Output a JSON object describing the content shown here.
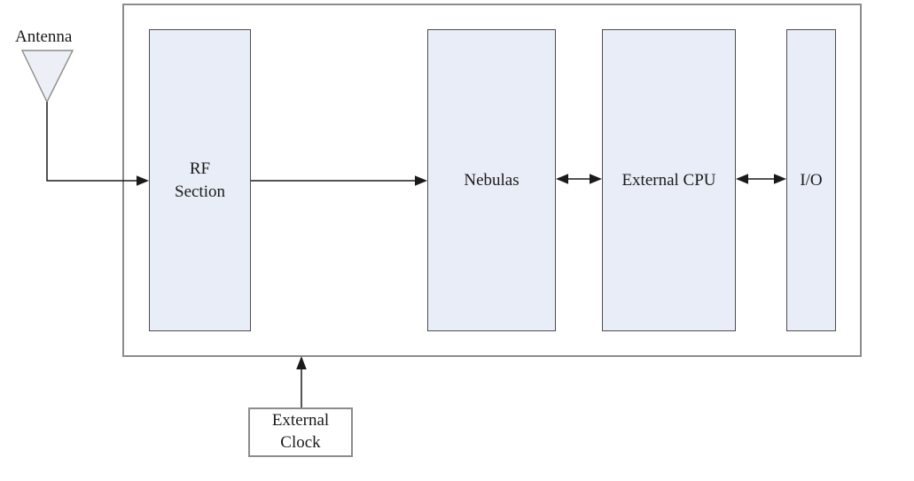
{
  "diagram": {
    "antenna_label": "Antenna",
    "blocks": [
      {
        "id": "rf-section",
        "label": "RF Section"
      },
      {
        "id": "nebulas",
        "label": "Nebulas"
      },
      {
        "id": "external-cpu",
        "label": "External CPU"
      },
      {
        "id": "io",
        "label": "I/O"
      }
    ],
    "external_clock_label": "External Clock",
    "connections": [
      {
        "from": "antenna",
        "to": "rf-section",
        "direction": "one-way"
      },
      {
        "from": "rf-section",
        "to": "nebulas",
        "direction": "one-way"
      },
      {
        "from": "nebulas",
        "to": "external-cpu",
        "direction": "two-way"
      },
      {
        "from": "external-cpu",
        "to": "io",
        "direction": "two-way"
      },
      {
        "from": "external-clock",
        "to": "system-boundary",
        "direction": "one-way"
      }
    ],
    "colors": {
      "block_fill": "#e9edf8",
      "block_border": "#4d4d4d",
      "outer_border": "#8c8c8c",
      "antenna_fill": "#eceff5",
      "line": "#1a1a1a"
    }
  }
}
